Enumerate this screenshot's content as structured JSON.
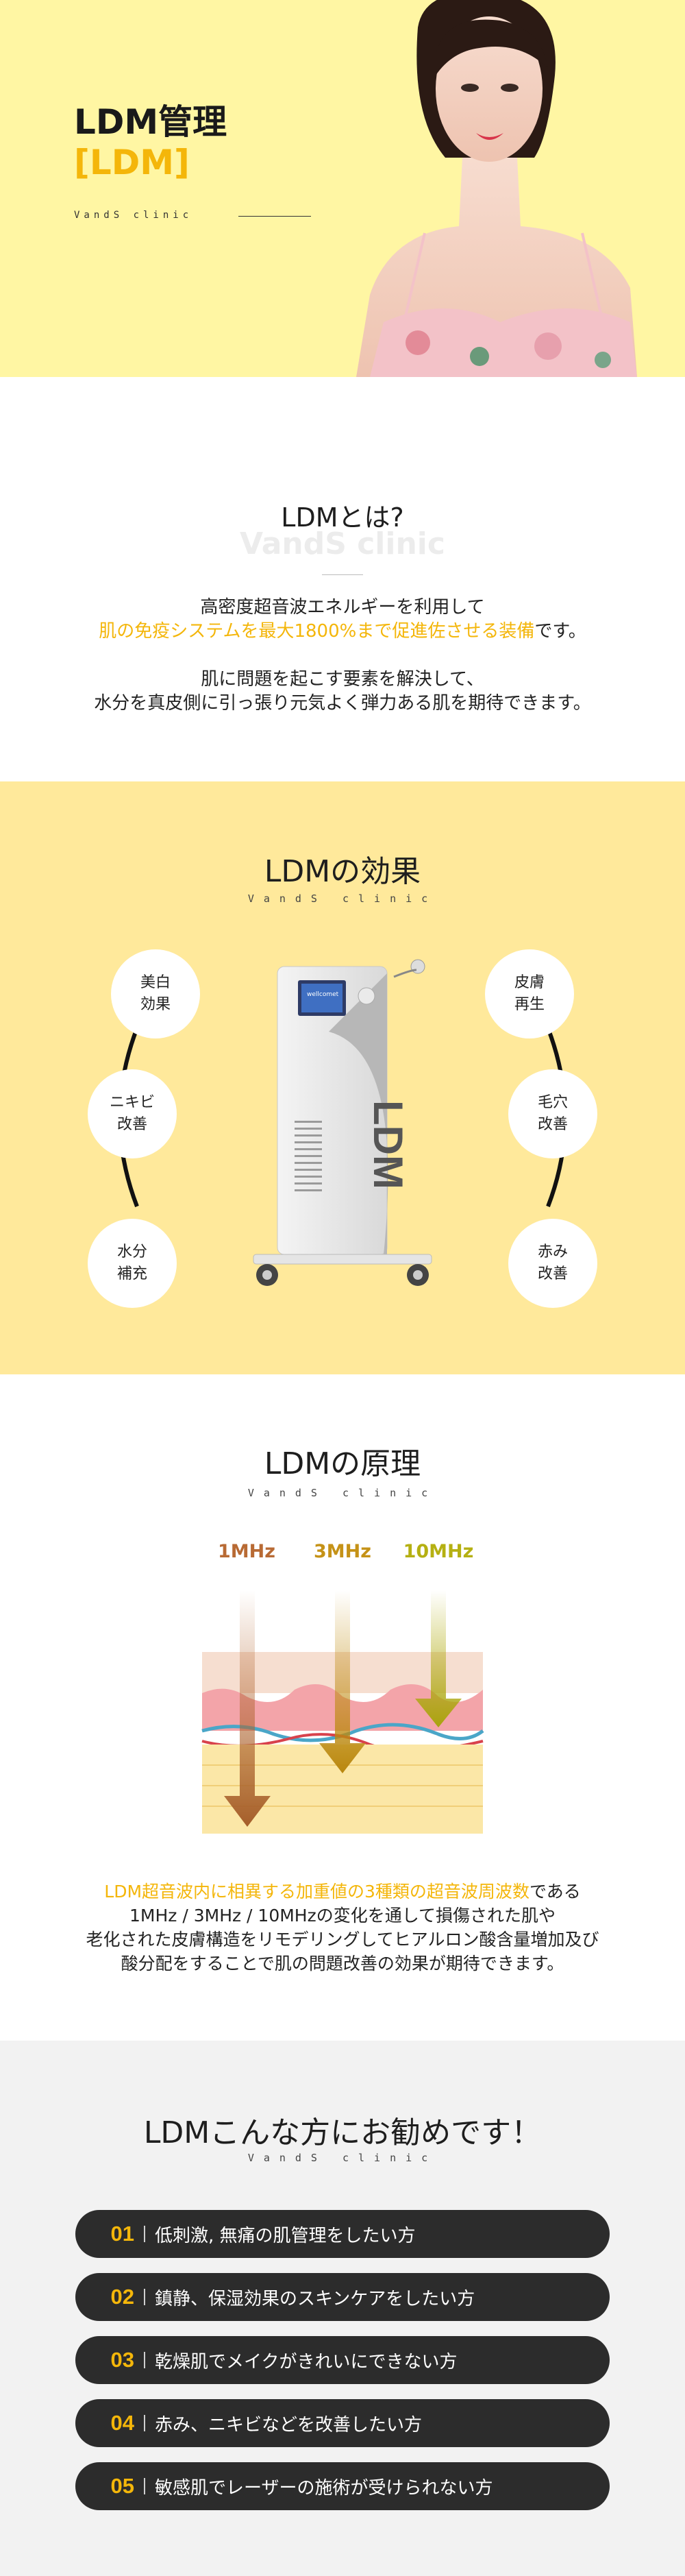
{
  "hero": {
    "title_line1": "LDM管理",
    "title_line2": "[LDM]",
    "brand": "VandS clinic"
  },
  "intro": {
    "title": "LDMとは?",
    "ghost_brand": "VandS clinic",
    "line1": "高密度超音波エネルギーを利用して",
    "line2_highlight": "肌の免疫システムを最大1800%まで促進佐させる装備",
    "line2_rest": "です。",
    "line3": "肌に問題を起こす要素を解決して、",
    "line4": "水分を真皮側に引っ張り元気よく弾力ある肌を期待できます。"
  },
  "effects": {
    "title": "LDMの効果",
    "brand": "VandS clinic",
    "left": [
      "美白\n効果",
      "ニキビ\n改善",
      "水分\n補充"
    ],
    "right": [
      "皮膚\n再生",
      "毛穴\n改善",
      "赤み\n改善"
    ],
    "device_label": "LDM",
    "device_brand": "wellcomet",
    "colors": {
      "bubble": "#ffffff",
      "arc": "#111111",
      "bg": "#ffe99b"
    }
  },
  "principle": {
    "title": "LDMの原理",
    "brand": "VandS clinic",
    "freqs": [
      {
        "label": "1MHz",
        "color": "#b86a34"
      },
      {
        "label": "3MHz",
        "color": "#c59217"
      },
      {
        "label": "10MHz",
        "color": "#b5b012"
      }
    ],
    "text_highlight": "LDM超音波内に相異する加重値の3種類の超音波周波数",
    "text_rest1": "である",
    "text_line2": "1MHz / 3MHz / 10MHzの変化を通して損傷された肌や",
    "text_line3": "老化された皮膚構造をリモデリングしてヒアルロン酸含量増加及び",
    "text_line4": "酸分配をすることで肌の問題改善の効果が期待できます。"
  },
  "recommend": {
    "title": "LDMこんな方にお勧めです！",
    "brand": "VandS clinic",
    "items": [
      {
        "num": "01",
        "text": "低刺激, 無痛の肌管理をしたい方"
      },
      {
        "num": "02",
        "text": "鎮静、保湿効果のスキンケアをしたい方"
      },
      {
        "num": "03",
        "text": "乾燥肌でメイクがきれいにできない方"
      },
      {
        "num": "04",
        "text": "赤み、ニキビなどを改善したい方"
      },
      {
        "num": "05",
        "text": "敏感肌でレーザーの施術が受けられない方"
      }
    ]
  }
}
